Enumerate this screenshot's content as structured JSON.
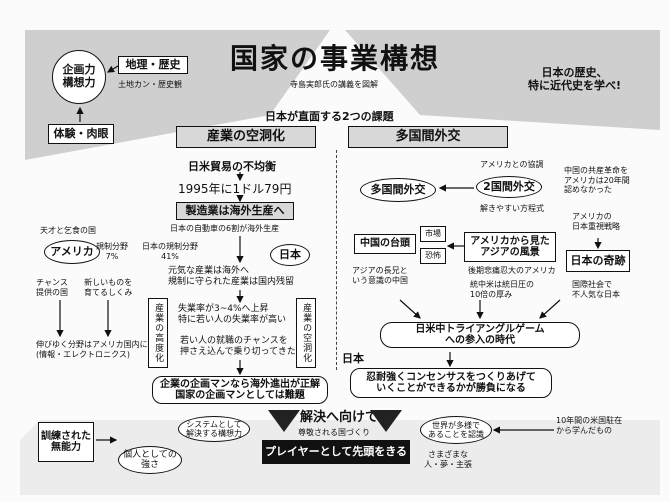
{
  "title": "国家の事業構想",
  "subtitle": "寺島実郎氏の講義を図解",
  "top_left": {
    "circle": "企画力\n構想力",
    "box": "地理・歴史",
    "sub": "土地カン・歴史観",
    "bottom": "体験・肉眼"
  },
  "top_right": "日本の歴史、\n特に近代史を学べ!",
  "issues_label": "日本が直面する2つの課題",
  "left_header": "産業の空洞化",
  "right_header": "多国間外交",
  "left": {
    "trade": "日米貿易の不均衡",
    "yen": "1995年に1ドル79円",
    "overseas": "製造業は海外生産へ",
    "auto": "日本の自動車の6割が海外生産",
    "america_caption": "天才と乞食の国",
    "america": "アメリカ",
    "japan": "日本",
    "us_rate": "規制分野\n7%",
    "jp_rate": "日本の規制分野\n41%",
    "genki": "元気な産業は海外へ\n規制に守られた産業は国内残留",
    "chance": "チャンス\n提供の国",
    "newthings": "新しいものを\n育てるしくみ",
    "unemployment": "失業率が3~4%へ上昇\n特に若い人の失業率が高い",
    "youth": "若い人の就職のチャンスを\n押さえ込んで乗り切ってきた",
    "kodoka": "産業の高度化",
    "kuudoka": "産業の空洞化",
    "growth": "伸びゆく分野はアメリカ国内に\n(情報・エレクトロニクス)",
    "conclusion": "企業の企画マンなら海外進出が正解\n国家の企画マンとしては難題"
  },
  "right": {
    "alliance": "アメリカとの協調",
    "multi": "多国間外交",
    "bilateral": "2国間外交",
    "easy": "解きやすい方程式",
    "china_rev": "中国の共産革命を\nアメリカは20年間\n認めなかった",
    "us_japan_strat": "アメリカの\n日本重視戦略",
    "japan_miracle": "日本の奇跡",
    "intl_unpop": "国際社会で\n不人気な日本",
    "china_rise": "中国の台頭",
    "market": "市場",
    "fear": "恐怖",
    "asia_view": "アメリカから見た\nアジアの風景",
    "obsessed": "後期悲痛忍大のアメリカ",
    "asia_elder": "アジアの長兄と\nいう意識の中国",
    "hong": "統中米は統日圧の\n10倍の厚み",
    "triangle": "日米中トライアングルゲーム\nへの参入の時代",
    "nihon": "日本",
    "consensus": "忍耐強くコンセンサスをつくりあげて\nいくことができるかが勝負になる"
  },
  "bottom": {
    "trained": "訓練された\n無能力",
    "solution": "解決へ向けて",
    "respect": "尊敬される国づくり",
    "system": "システムとして\n解決する構想力",
    "individual": "個人としての\n強さ",
    "player": "プレイヤーとして先頭をきる",
    "world": "世界が多様で\nあることを認識",
    "ten_years": "10年間の米国駐在\nから学んだもの",
    "various": "さまざまな\n人・夢・主張"
  }
}
